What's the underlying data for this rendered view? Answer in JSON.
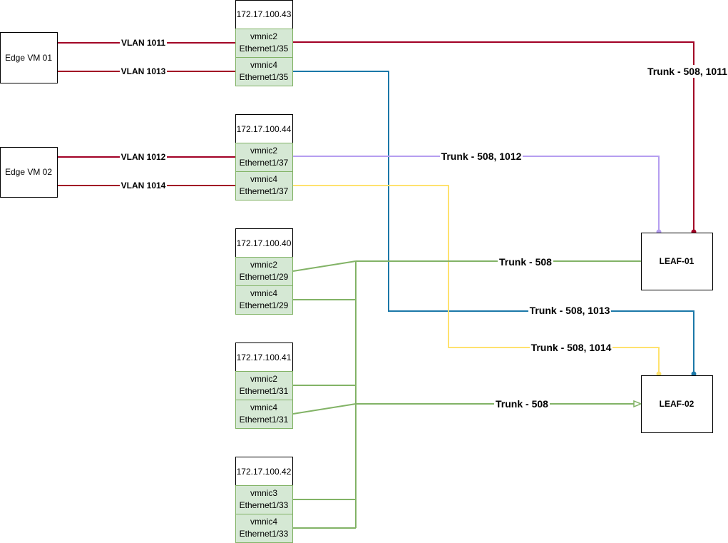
{
  "colors": {
    "red": "#a20025",
    "blue": "#1b78a8",
    "purple": "#b59ef0",
    "yellow": "#ffe26e",
    "green": "#82b366",
    "nic_fill": "#d5e8d4"
  },
  "vms": {
    "vm1": "Edge VM 01",
    "vm2": "Edge VM 02"
  },
  "hosts": {
    "h43": "172.17.100.43",
    "h44": "172.17.100.44",
    "h40": "172.17.100.40",
    "h41": "172.17.100.41",
    "h42": "172.17.100.42"
  },
  "nics": {
    "h43a": [
      "vmnic2",
      "Ethernet1/35"
    ],
    "h43b": [
      "vmnic4",
      "Ethernet1/35"
    ],
    "h44a": [
      "vmnic2",
      "Ethernet1/37"
    ],
    "h44b": [
      "vmnic4",
      "Ethernet1/37"
    ],
    "h40a": [
      "vmnic2",
      "Ethernet1/29"
    ],
    "h40b": [
      "vmnic4",
      "Ethernet1/29"
    ],
    "h41a": [
      "vmnic2",
      "Ethernet1/31"
    ],
    "h41b": [
      "vmnic4",
      "Ethernet1/31"
    ],
    "h42a": [
      "vmnic3",
      "Ethernet1/33"
    ],
    "h42b": [
      "vmnic4",
      "Ethernet1/33"
    ]
  },
  "leafs": {
    "leaf1": "LEAF-01",
    "leaf2": "LEAF-02"
  },
  "vlans": {
    "v1011": "VLAN 1011",
    "v1013": "VLAN 1013",
    "v1012": "VLAN 1012",
    "v1014": "VLAN 1014"
  },
  "trunks": {
    "t1011": "Trunk - 508, 1011",
    "t1012": "Trunk - 508, 1012",
    "t508a": "Trunk - 508",
    "t1013": "Trunk - 508, 1013",
    "t1014": "Trunk - 508, 1014",
    "t508b": "Trunk - 508"
  }
}
